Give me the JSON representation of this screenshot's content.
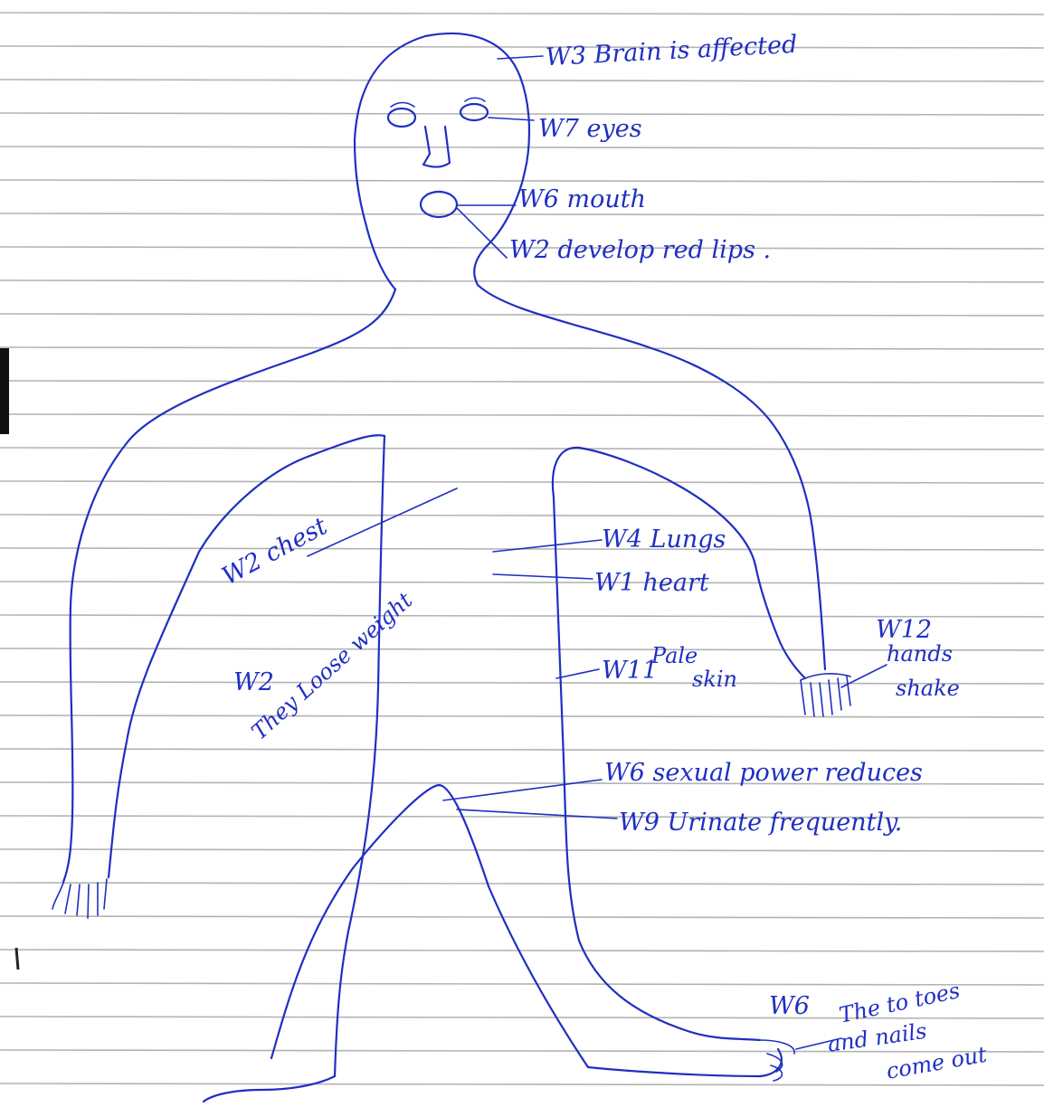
{
  "ink_color": "#1f2fc2",
  "labels": {
    "brain": "W3 Brain is affected",
    "eyes": "W7 eyes",
    "mouth": "W6 mouth",
    "lips": "W2 develop red lips .",
    "chest": "W2 chest",
    "lungs": "W4 Lungs",
    "heart": "W1 heart",
    "weight_code": "W2",
    "weight_text": "They Loose weight",
    "pale_code": "W11",
    "pale_text_1": "Pale",
    "pale_text_2": "skin",
    "hands_code": "W12",
    "hands_text_1": "hands",
    "hands_text_2": "shake",
    "sexual": "W6 sexual power reduces",
    "urinate": "W9 Urinate frequently.",
    "toes_code": "W6",
    "toes_text_1": "The to toes",
    "toes_text_2": "and nails",
    "toes_text_3": "come out"
  }
}
